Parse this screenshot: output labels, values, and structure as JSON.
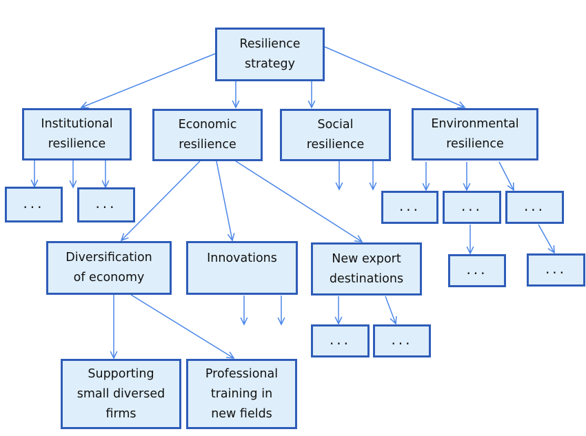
{
  "diagram": {
    "colors": {
      "box_fill": "#deeefa",
      "box_border": "#2e5cb8",
      "arrow": "#4a86e8",
      "text": "#111111"
    },
    "nodes": {
      "root": {
        "lines": [
          "Resilience",
          "strategy"
        ]
      },
      "institutional": {
        "lines": [
          "Institutional",
          "resilience"
        ]
      },
      "economic": {
        "lines": [
          "Economic",
          "resilience"
        ]
      },
      "social": {
        "lines": [
          "Social",
          "resilience"
        ]
      },
      "environmental": {
        "lines": [
          "Environmental",
          "resilience"
        ]
      },
      "inst_sub1": {
        "lines": [
          "..."
        ]
      },
      "inst_sub2": {
        "lines": [
          "..."
        ]
      },
      "env_sub1": {
        "lines": [
          "..."
        ]
      },
      "env_sub2": {
        "lines": [
          "..."
        ]
      },
      "env_sub3": {
        "lines": [
          "..."
        ]
      },
      "env_sub2_child": {
        "lines": [
          "..."
        ]
      },
      "env_sub3_child": {
        "lines": [
          "..."
        ]
      },
      "diversification": {
        "lines": [
          "Diversification",
          "of economy"
        ]
      },
      "innovations": {
        "lines": [
          "Innovations"
        ]
      },
      "export": {
        "lines": [
          "New export",
          "destinations"
        ]
      },
      "export_sub1": {
        "lines": [
          "..."
        ]
      },
      "export_sub2": {
        "lines": [
          "..."
        ]
      },
      "supporting": {
        "lines": [
          "Supporting",
          "small diversed",
          "firms"
        ]
      },
      "training": {
        "lines": [
          "Professional",
          "training in",
          "new fields"
        ]
      }
    },
    "edges": [
      [
        "root",
        "institutional"
      ],
      [
        "root",
        "economic"
      ],
      [
        "root",
        "social"
      ],
      [
        "root",
        "environmental"
      ],
      [
        "institutional",
        "inst_sub1"
      ],
      [
        "institutional",
        "(open)"
      ],
      [
        "institutional",
        "inst_sub2"
      ],
      [
        "economic",
        "diversification"
      ],
      [
        "economic",
        "innovations"
      ],
      [
        "economic",
        "export"
      ],
      [
        "social",
        "(open)"
      ],
      [
        "social",
        "(open)"
      ],
      [
        "environmental",
        "env_sub1"
      ],
      [
        "environmental",
        "env_sub2"
      ],
      [
        "environmental",
        "env_sub3"
      ],
      [
        "env_sub2",
        "env_sub2_child"
      ],
      [
        "env_sub3",
        "env_sub3_child"
      ],
      [
        "diversification",
        "supporting"
      ],
      [
        "diversification",
        "training"
      ],
      [
        "innovations",
        "(open)"
      ],
      [
        "innovations",
        "(open)"
      ],
      [
        "export",
        "export_sub1"
      ],
      [
        "export",
        "export_sub2"
      ]
    ]
  }
}
